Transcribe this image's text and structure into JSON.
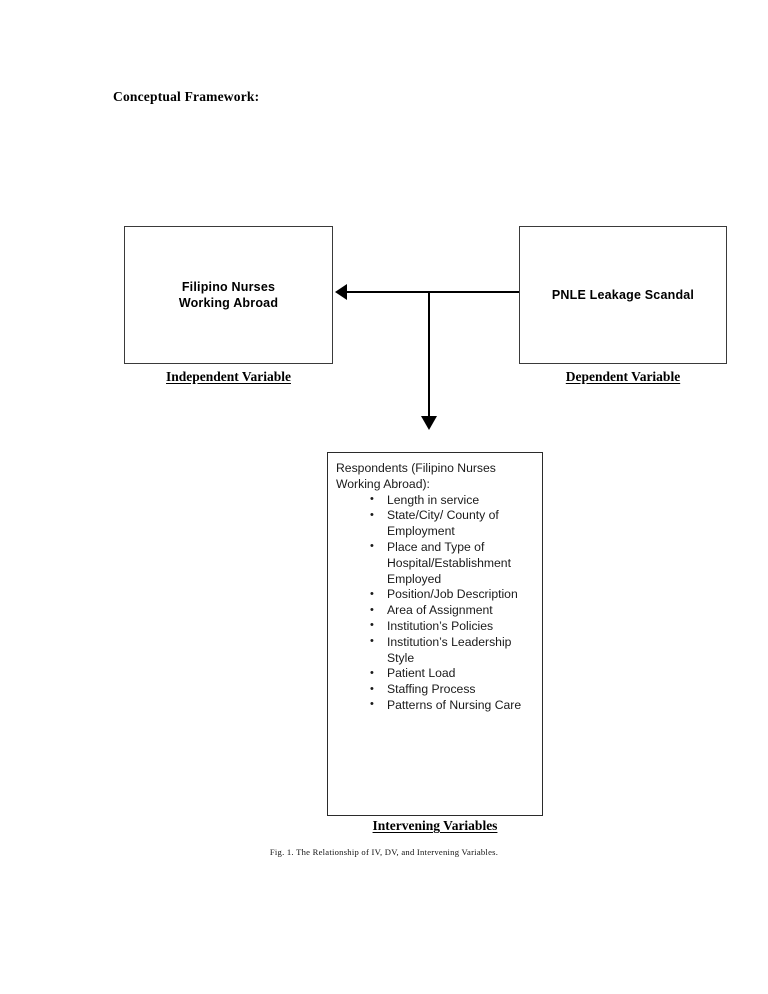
{
  "document": {
    "title": "Conceptual Framework:"
  },
  "diagram": {
    "independent": {
      "box_label": "Filipino Nurses\nWorking Abroad",
      "caption": "Independent Variable"
    },
    "dependent": {
      "box_label": "PNLE Leakage Scandal",
      "caption": "Dependent Variable"
    },
    "intervening": {
      "heading": "Respondents (Filipino Nurses Working Abroad):",
      "caption": "Intervening Variables",
      "items": [
        "Length in service",
        "State/City/ County of Employment",
        "Place and Type of Hospital/Establishment Employed",
        "Position/Job Description",
        "Area of Assignment",
        "Institution’s Policies",
        "Institution’s Leadership Style",
        "Patient Load",
        "Staffing Process",
        "Patterns of Nursing Care"
      ]
    },
    "connectors": {
      "dependent_to_independent": "arrow-left",
      "dependent_to_intervening": "arrow-down"
    }
  },
  "figure": {
    "caption": "Fig. 1. The Relationship of IV, DV, and Intervening Variables."
  },
  "colors": {
    "background": "#ffffff",
    "text": "#000000",
    "box_border": "#3a3a3a",
    "connector": "#000000"
  }
}
